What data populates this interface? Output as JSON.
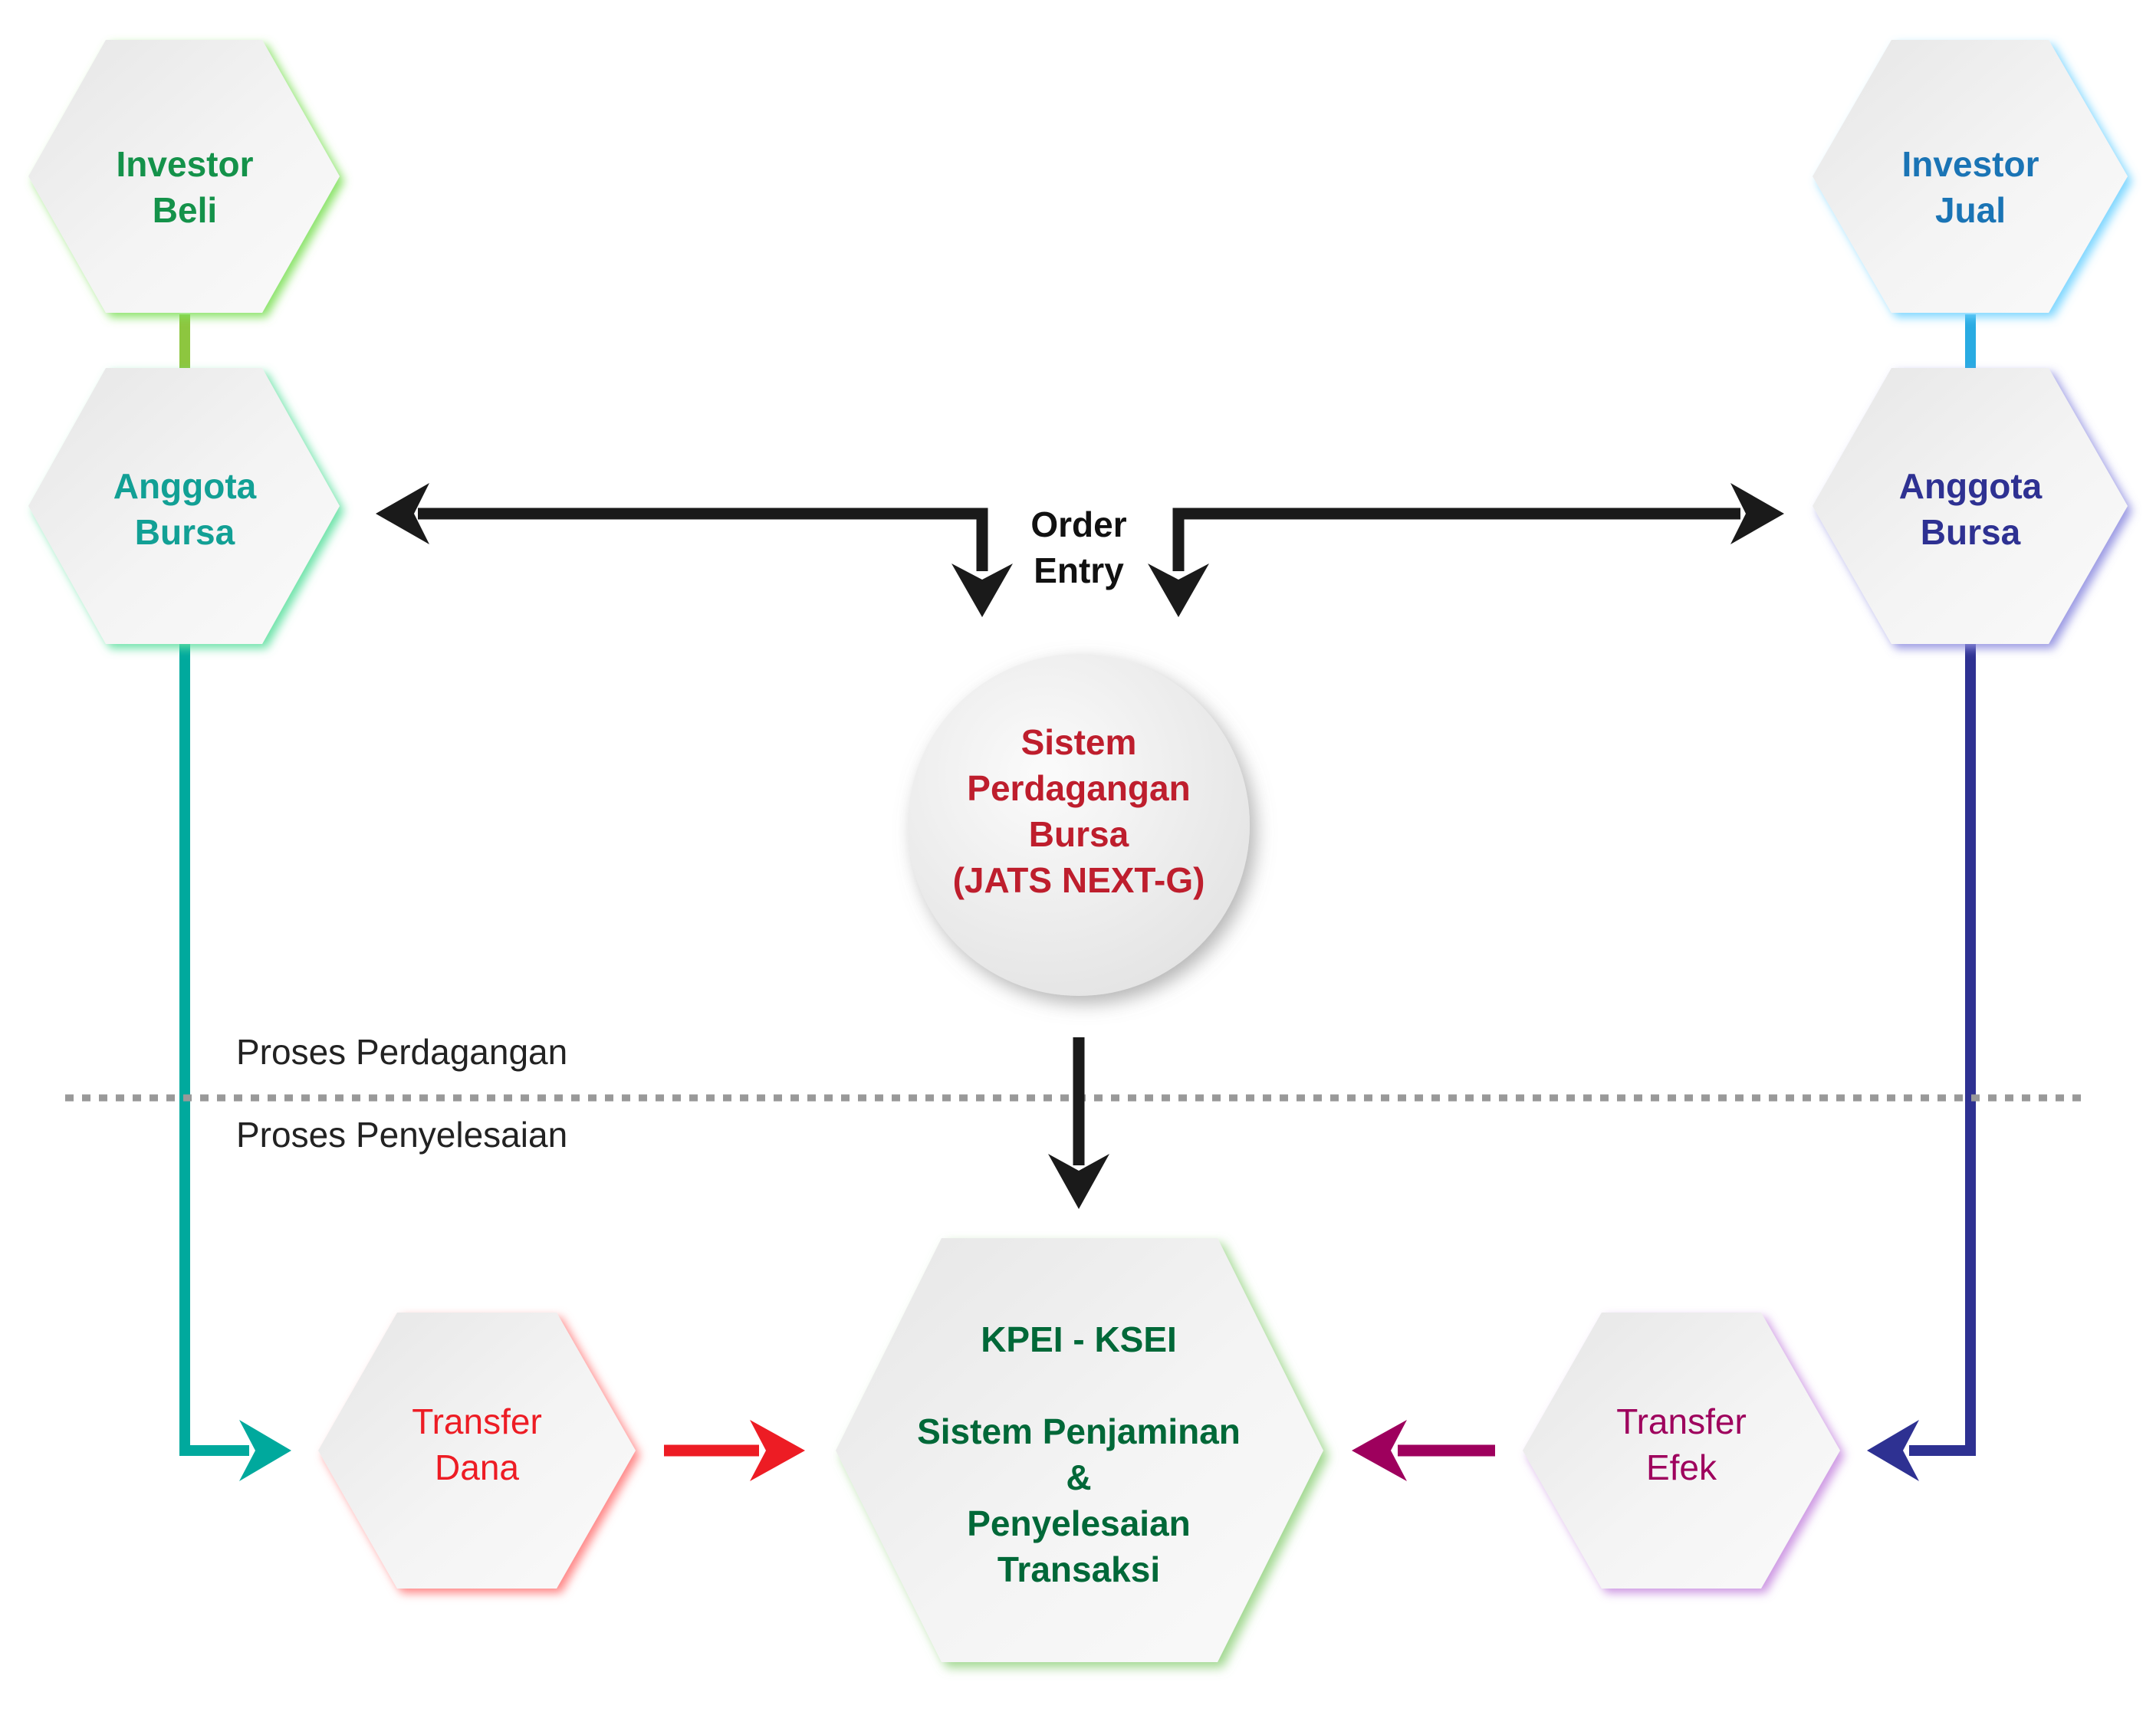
{
  "colors": {
    "investor_beli": "#14924a",
    "anggota_beli": "#12a095",
    "investor_jual": "#1a74b5",
    "anggota_jual": "#2e3192",
    "sistem": "#be1e2d",
    "kpei": "#006838",
    "transfer_dana": "#ed1c24",
    "transfer_efek": "#9e005d",
    "dark": "#1a1a1a",
    "connector_beli": "#8dc63f",
    "connector_jual": "#29abe2",
    "line_beli": "#00a99d",
    "line_jual": "#2e3192",
    "divider": "#999999"
  },
  "nodes": {
    "investor_beli": {
      "line1": "Investor",
      "line2": "Beli"
    },
    "anggota_beli": {
      "line1": "Anggota",
      "line2": "Bursa"
    },
    "investor_jual": {
      "line1": "Investor",
      "line2": "Jual"
    },
    "anggota_jual": {
      "line1": "Anggota",
      "line2": "Bursa"
    },
    "sistem": {
      "line1": "Sistem",
      "line2": "Perdagangan",
      "line3": "Bursa",
      "line4": "(JATS NEXT-G)"
    },
    "kpei": {
      "line1": "KPEI - KSEI",
      "line2": "Sistem Penjaminan",
      "line3": "&",
      "line4": "Penyelesaian",
      "line5": "Transaksi"
    },
    "transfer_dana": {
      "line1": "Transfer",
      "line2": "Dana"
    },
    "transfer_efek": {
      "line1": "Transfer",
      "line2": "Efek"
    }
  },
  "order_entry": {
    "line1": "Order",
    "line2": "Entry"
  },
  "sections": {
    "trading": "Proses Perdagangan",
    "settlement": "Proses Penyelesaian"
  }
}
